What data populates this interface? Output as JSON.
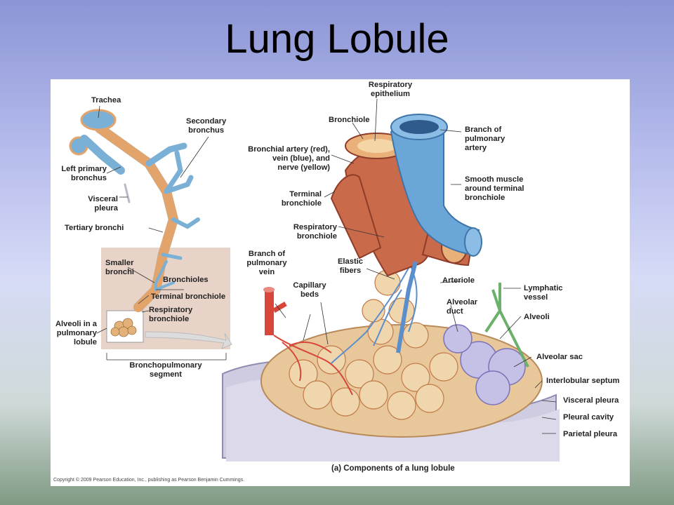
{
  "slide": {
    "title": "Lung Lobule"
  },
  "figure": {
    "caption": "(a) Components of a lung lobule",
    "copyright": "Copyright © 2009 Pearson Education, Inc., publishing as Pearson Benjamin Cummings.",
    "left_labels": {
      "trachea": "Trachea",
      "secondary_bronchus": "Secondary\nbronchus",
      "left_primary_bronchus": "Left primary\nbronchus",
      "visceral_pleura": "Visceral\npleura",
      "tertiary_bronchi": "Tertiary bronchi",
      "smaller_bronchi": "Smaller\nbronchi",
      "bronchioles": "Bronchioles",
      "terminal_bronchiole": "Terminal bronchiole",
      "respiratory_bronchiole": "Respiratory\nbronchiole",
      "alveoli_in_lobule": "Alveoli in a\npulmonary\nlobule",
      "bronchopulmonary_segment": "Bronchopulmonary\nsegment"
    },
    "right_labels": {
      "respiratory_epithelium": "Respiratory\nepithelium",
      "bronchiole": "Bronchiole",
      "bronchial_artery": "Bronchial artery (red),\nvein (blue), and\nnerve (yellow)",
      "terminal_bronchiole": "Terminal\nbronchiole",
      "respiratory_bronchiole": "Respiratory\nbronchiole",
      "branch_pulmonary_vein": "Branch of\npulmonary\nvein",
      "elastic_fibers": "Elastic\nfibers",
      "capillary_beds": "Capillary\nbeds",
      "branch_pulmonary_artery": "Branch of\npulmonary\nartery",
      "smooth_muscle": "Smooth muscle\naround terminal\nbronchiole",
      "arteriole": "Arteriole",
      "lymphatic_vessel": "Lymphatic\nvessel",
      "alveolar_duct": "Alveolar\nduct",
      "alveoli": "Alveoli",
      "alveolar_sac": "Alveolar sac",
      "interlobular_septum": "Interlobular septum",
      "visceral_pleura": "Visceral pleura",
      "pleural_cavity": "Pleural cavity",
      "parietal_pleura": "Parietal pleura"
    }
  },
  "colors": {
    "alveoli": "#e8c89a",
    "airway_muscle": "#c96a4a",
    "artery_blue": "#6aa6d8",
    "vein_red": "#d8463a",
    "lymph_green": "#6bb06b",
    "inset_bg": "#e6d2c8",
    "pleura": "#c9c6dc"
  }
}
